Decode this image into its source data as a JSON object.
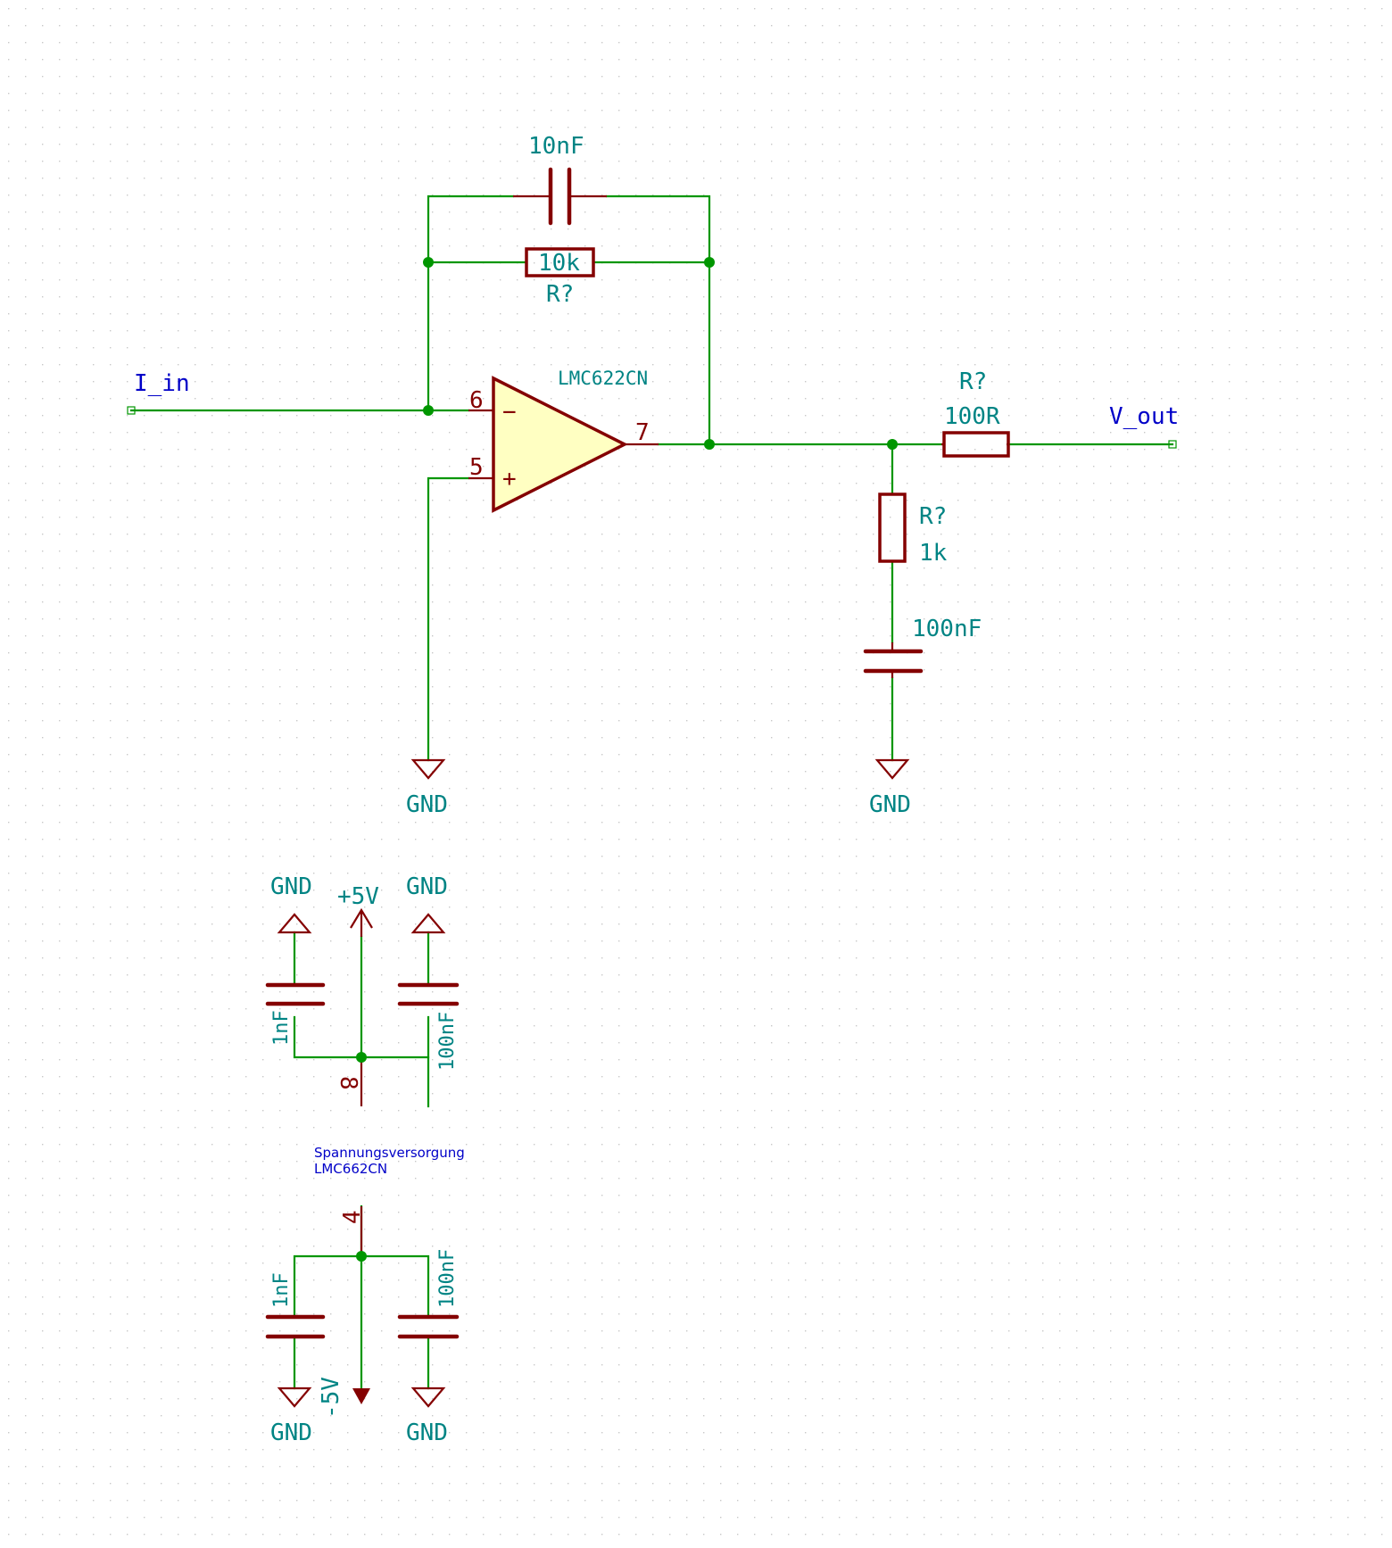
{
  "colors": {
    "wire": "#009600",
    "component": "#840000",
    "label": "#008484",
    "net_label": "#0000c8",
    "opamp_fill": "#ffffc2",
    "grid_dot": "#c8c8c8"
  },
  "inputs": {
    "i_in": "I_in"
  },
  "outputs": {
    "v_out": "V_out"
  },
  "opamp": {
    "part": "LMC622CN",
    "pin_inverting": "6",
    "pin_noninverting": "5",
    "pin_output": "7",
    "minus_sign": "−",
    "plus_sign": "+"
  },
  "feedback": {
    "capacitor_value": "10nF",
    "resistor_value": "10k",
    "resistor_ref": "R?"
  },
  "output_network": {
    "series_resistor_ref": "R?",
    "series_resistor_value": "100R",
    "shunt_resistor_ref": "R?",
    "shunt_resistor_value": "1k",
    "shunt_capacitor_value": "100nF"
  },
  "ground_labels": {
    "noninv": "GND",
    "output_shunt": "GND",
    "supply_top_left": "GND",
    "supply_top_right": "GND",
    "supply_bottom_left": "GND",
    "supply_bottom_right": "GND"
  },
  "supply": {
    "note_line1": "Spannungsversorgung",
    "note_line2": "LMC662CN",
    "positive_rail": "+5V",
    "negative_rail": "-5V",
    "pin_positive": "8",
    "pin_negative": "4",
    "top_cap_left": "1nF",
    "top_cap_right": "100nF",
    "bottom_cap_left": "1nF",
    "bottom_cap_right": "100nF"
  }
}
